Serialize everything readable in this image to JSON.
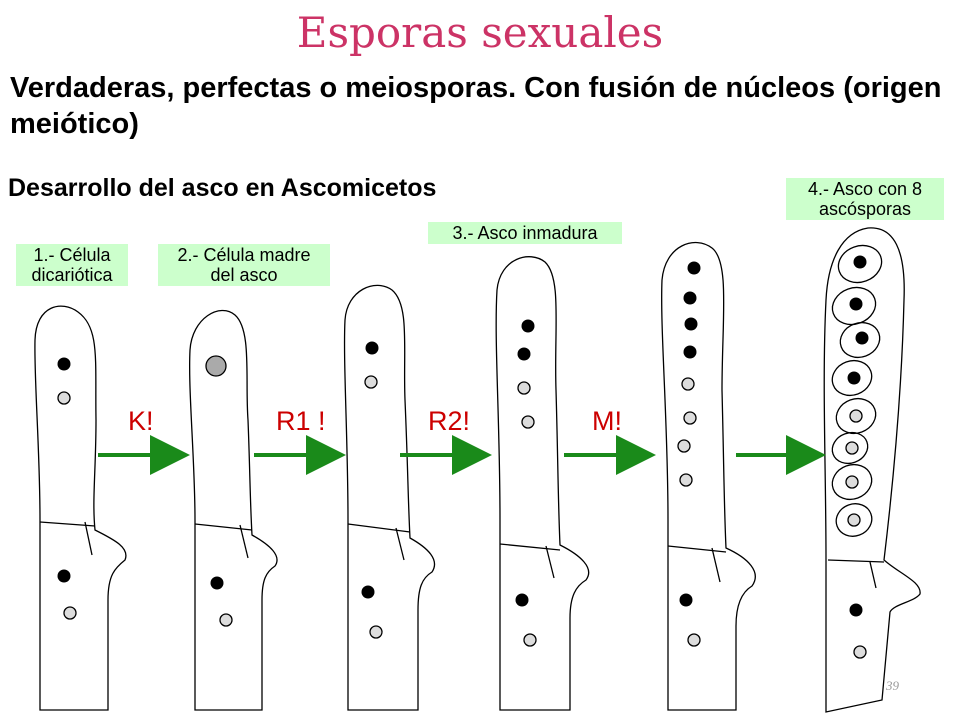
{
  "slide": {
    "title": "Esporas sexuales",
    "subtitle": "Verdaderas, perfectas o meiosporas. Con fusión de núcleos (origen meiótico)",
    "slide_number": "39"
  },
  "diagram": {
    "title": "Desarrollo del asco en Ascomicetos",
    "stages": [
      {
        "label": "1.- Célula\ndicariótica"
      },
      {
        "label": "2.- Célula madre\ndel asco"
      },
      {
        "label": "3.- Asco inmadura"
      },
      {
        "label": "4.- Asco con 8\nascósporas"
      }
    ],
    "steps": [
      "K!",
      "R1 !",
      "R2!",
      "M!"
    ],
    "colors": {
      "title": "#cc3366",
      "label_background": "#ccffcc",
      "step_text": "#cc0000",
      "arrow": "#1a8a1a"
    }
  }
}
